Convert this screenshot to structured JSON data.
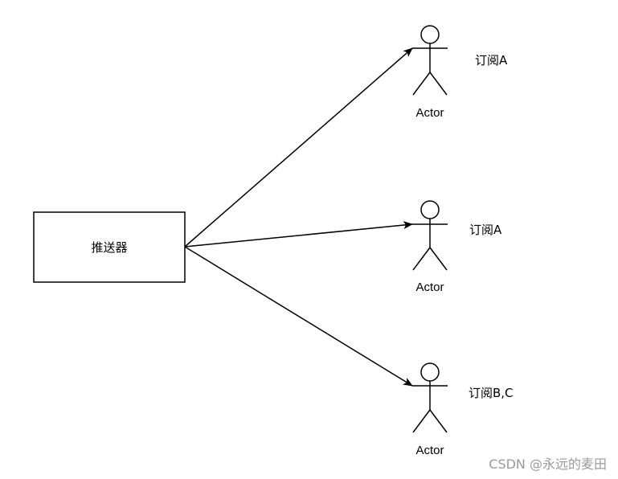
{
  "diagram": {
    "pusher": {
      "label": "推送器"
    },
    "actors": [
      {
        "label": "Actor",
        "subscription": "订阅A"
      },
      {
        "label": "Actor",
        "subscription": "订阅A"
      },
      {
        "label": "Actor",
        "subscription": "订阅B,C"
      }
    ]
  },
  "watermark": "CSDN @永远的麦田",
  "colors": {
    "line": "#000000",
    "background": "#ffffff",
    "watermark": "#9a9a9a"
  }
}
